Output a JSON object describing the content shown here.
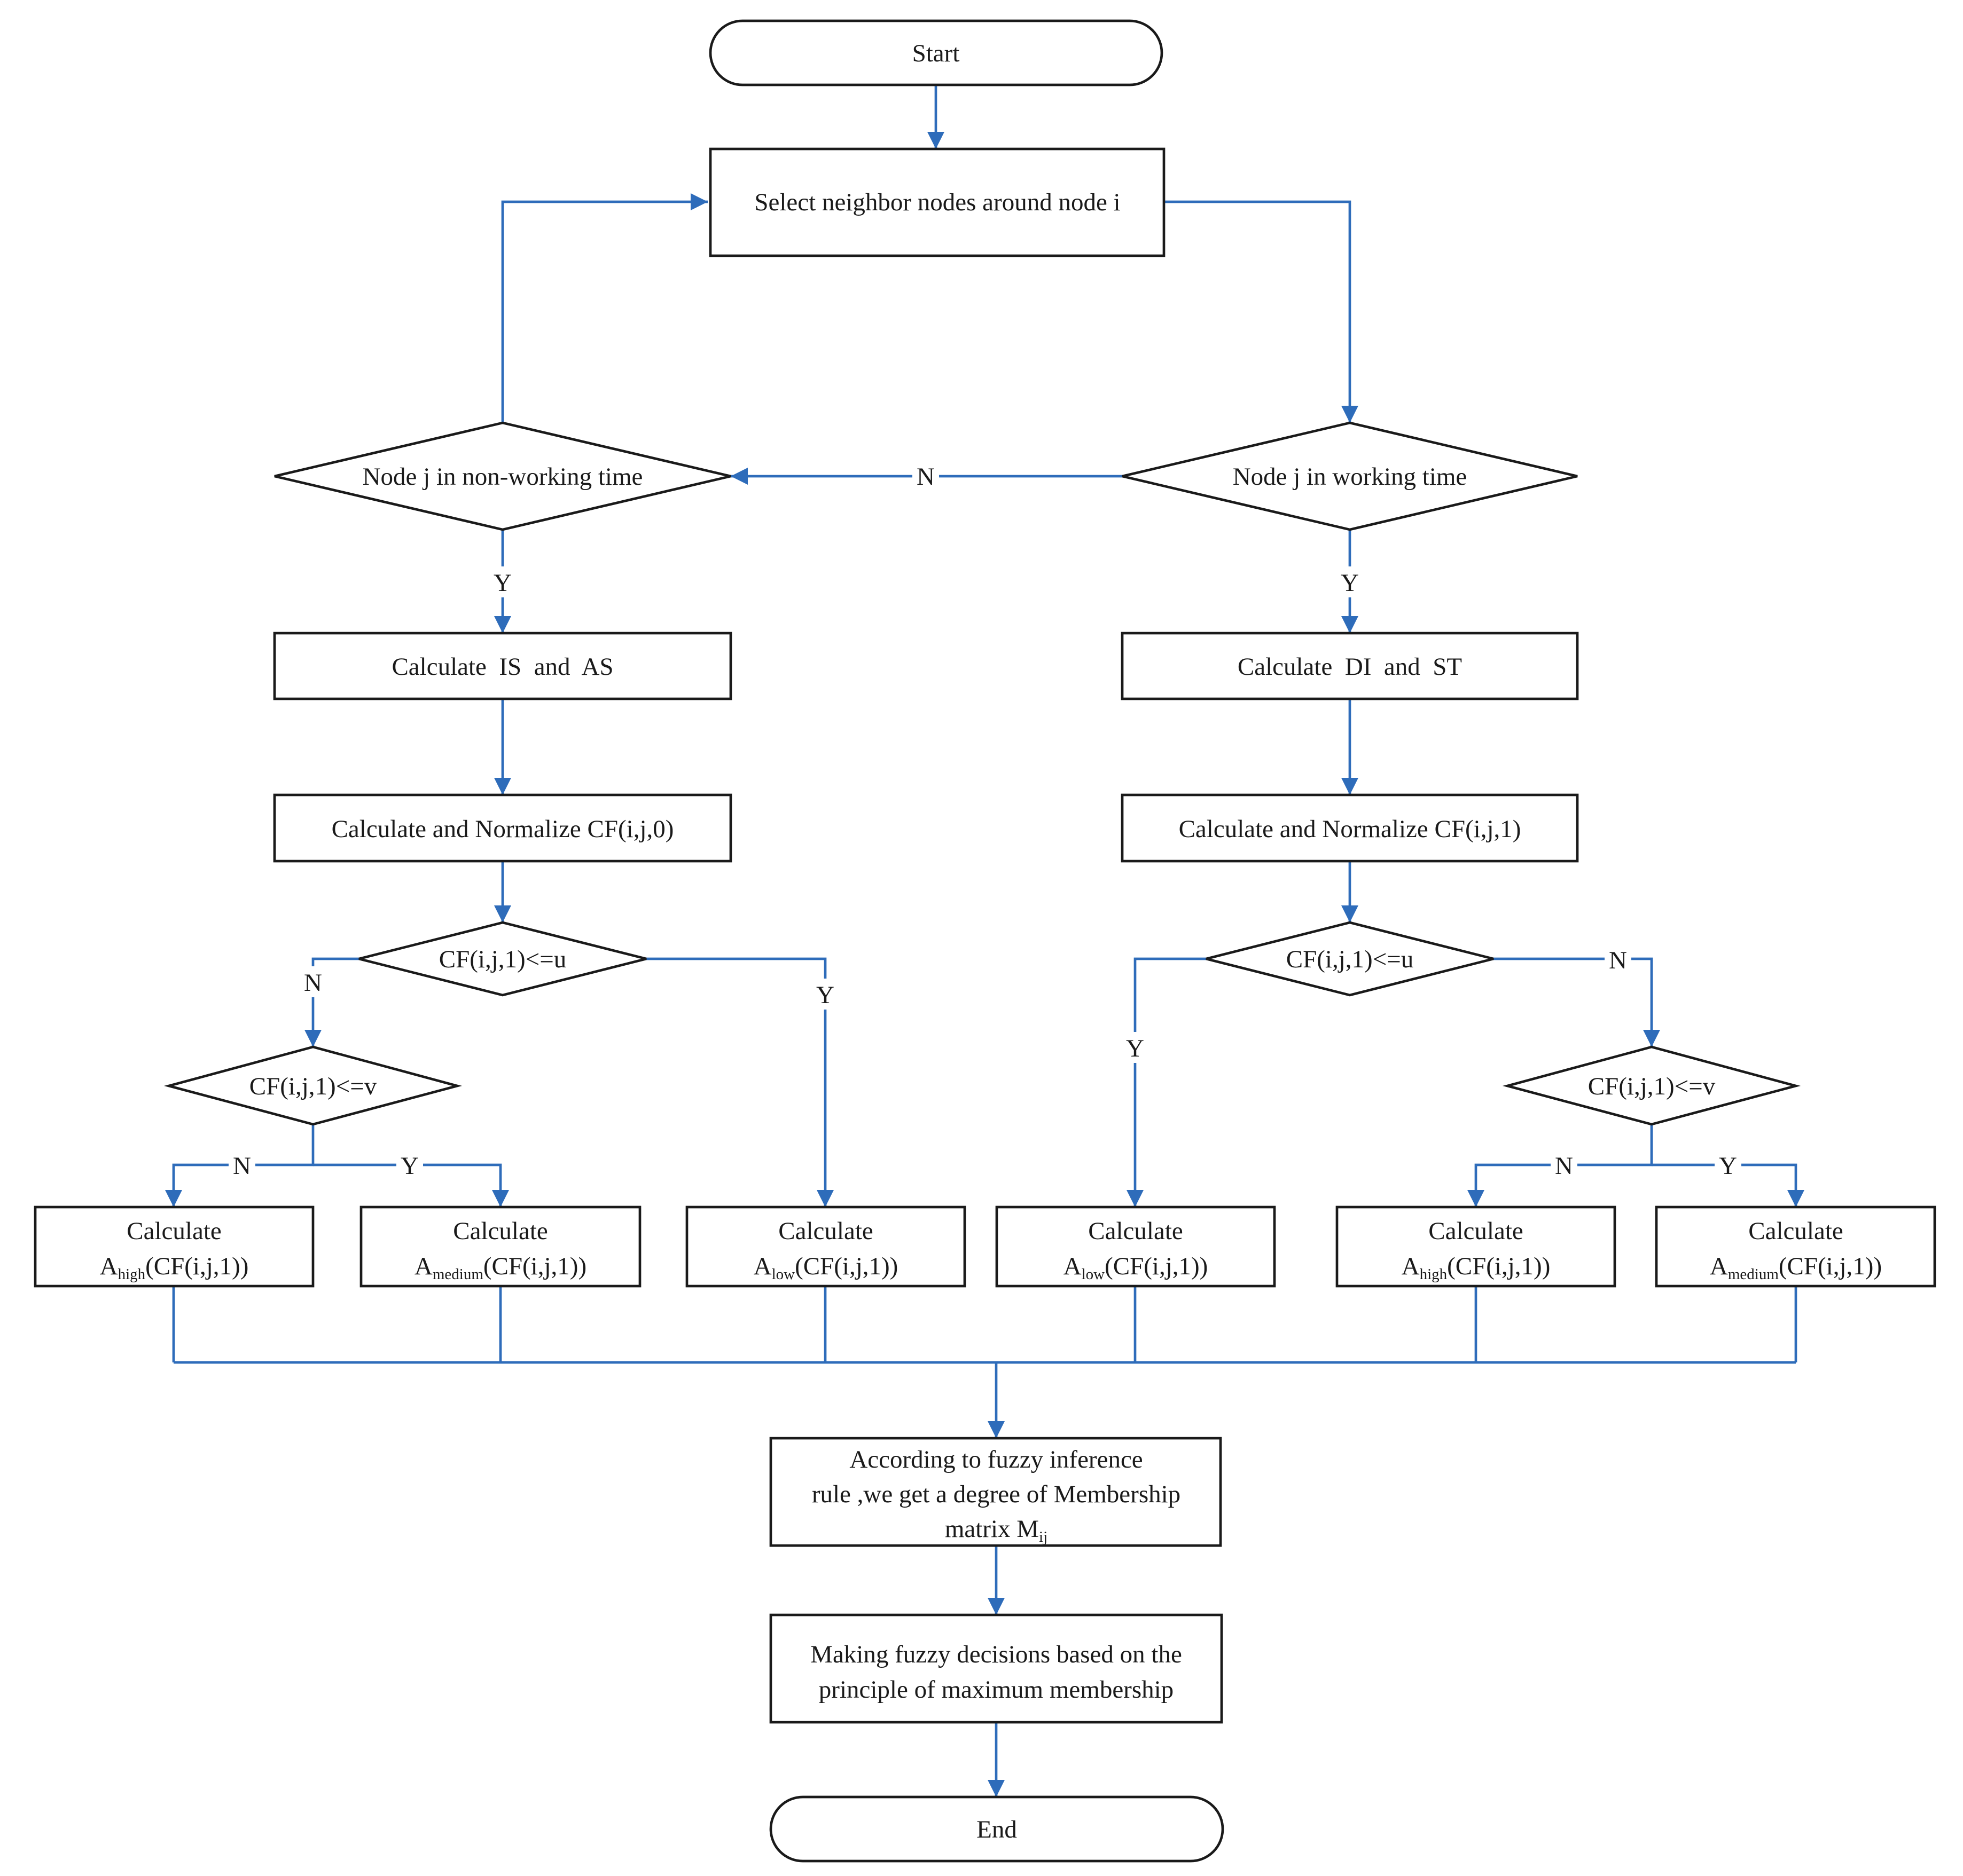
{
  "colors": {
    "line": "#2e6cba",
    "border": "#1a1a1a",
    "text": "#1a1a1a",
    "background": "#ffffff"
  },
  "nodes": {
    "start": {
      "text": "Start"
    },
    "select": {
      "text": "Select neighbor nodes around node i"
    },
    "nonworking": {
      "text": "Node j in non-working time"
    },
    "working": {
      "text": "Node j in working time"
    },
    "calc_is_as": {
      "text": "Calculate  IS  and  AS"
    },
    "calc_di_st": {
      "text": "Calculate  DI  and  ST"
    },
    "norm0": {
      "text": "Calculate and Normalize CF(i,j,0)"
    },
    "norm1": {
      "text": "Calculate and Normalize CF(i,j,1)"
    },
    "left_u": {
      "text": "CF(i,j,1)<=u"
    },
    "right_u": {
      "text": "CF(i,j,1)<=u"
    },
    "left_v": {
      "text": "CF(i,j,1)<=v"
    },
    "right_v": {
      "text": "CF(i,j,1)<=v"
    },
    "out1": {
      "line1": "Calculate",
      "base": "A",
      "sub": "high",
      "tail": "(CF(i,j,1))"
    },
    "out2": {
      "line1": "Calculate",
      "base": "A",
      "sub": "medium",
      "tail": "(CF(i,j,1))"
    },
    "out3": {
      "line1": "Calculate",
      "base": "A",
      "sub": "low",
      "tail": "(CF(i,j,1))"
    },
    "out4": {
      "line1": "Calculate",
      "base": "A",
      "sub": "low",
      "tail": "(CF(i,j,1))"
    },
    "out5": {
      "line1": "Calculate",
      "base": "A",
      "sub": "high",
      "tail": "(CF(i,j,1))"
    },
    "out6": {
      "line1": "Calculate",
      "base": "A",
      "sub": "medium",
      "tail": "(CF(i,j,1))"
    },
    "fuzzy": {
      "line1": "According to fuzzy inference",
      "line2": "rule ,we get a degree of Membership",
      "line3_base": "matrix M",
      "line3_sub": "ij"
    },
    "decide": {
      "line1": "Making fuzzy decisions based on the",
      "line2": "principle of maximum membership"
    },
    "end": {
      "text": "End"
    }
  },
  "edge_labels": {
    "working_no": "N",
    "nonworking_yes": "Y",
    "working_yes": "Y",
    "left_u_no": "N",
    "left_u_yes": "Y",
    "right_u_yes": "Y",
    "right_u_no": "N",
    "left_v_no": "N",
    "left_v_yes": "Y",
    "right_v_no": "N",
    "right_v_yes": "Y"
  }
}
